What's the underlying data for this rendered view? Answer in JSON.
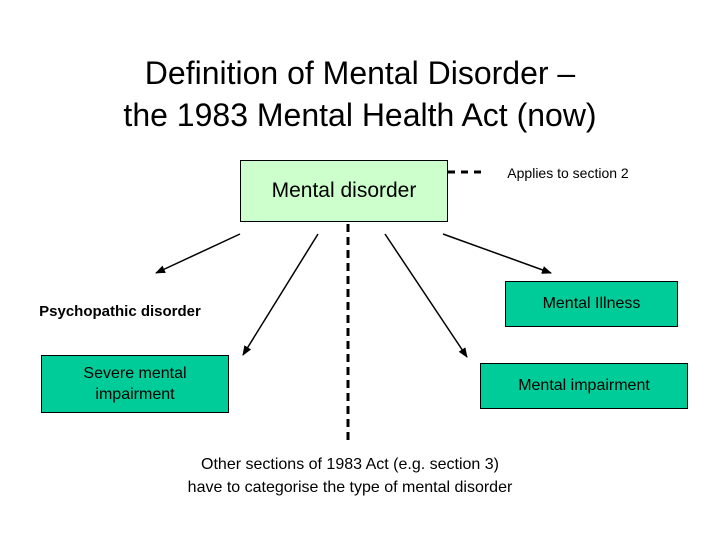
{
  "title": {
    "line1": "Definition of Mental Disorder –",
    "line2": "the 1983 Mental Health Act (now)"
  },
  "nodes": {
    "root": "Mental disorder",
    "applies": "Applies to section 2",
    "psychopathic": "Psychopathic disorder",
    "severe_line1": "Severe mental",
    "severe_line2": "impairment",
    "illness": "Mental Illness",
    "impairment": "Mental impairment",
    "other_line1": "Other sections of 1983 Act (e.g. section 3)",
    "other_line2": "have to categorise the type of mental disorder"
  },
  "colors": {
    "root_fill": "#ccffcc",
    "category_fill": "#00cc99"
  }
}
